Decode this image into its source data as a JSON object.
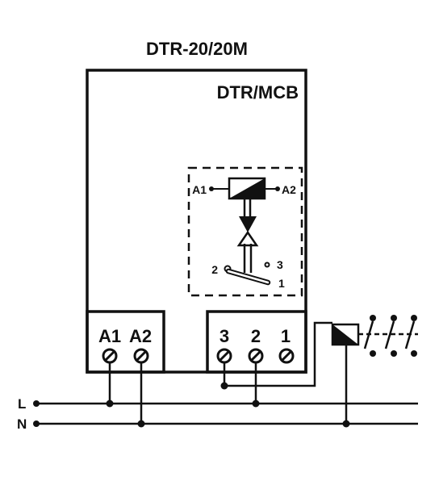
{
  "diagram": {
    "title": "DTR-20/20M",
    "device_label": "DTR/MCB",
    "relay": {
      "coil_left_label": "A1",
      "coil_right_label": "A2",
      "contact_label_3": "3",
      "contact_label_2": "2",
      "contact_label_1": "1"
    },
    "terminals_left": [
      "A1",
      "A2"
    ],
    "terminals_right": [
      "3",
      "2",
      "1"
    ],
    "lines": {
      "line_L": "L",
      "line_N": "N"
    },
    "colors": {
      "ink": "#111111",
      "background": "#ffffff"
    }
  }
}
